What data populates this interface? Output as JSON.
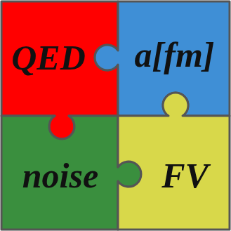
{
  "diagram": {
    "nodes": [
      {
        "text": [
          "QED"
        ]
      },
      {
        "text": [
          "a[fm]"
        ]
      },
      {
        "text": [
          "noise"
        ]
      },
      {
        "text": [
          "FV"
        ]
      }
    ]
  }
}
